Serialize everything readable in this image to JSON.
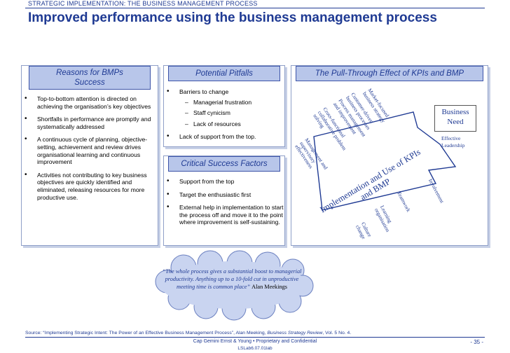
{
  "header": {
    "kicker": "STRATEGIC IMPLEMENTATION: THE BUSINESS MANAGEMENT PROCESS",
    "title": "Improved performance using the business management process"
  },
  "reasons": {
    "heading": "Reasons for BMPs Success",
    "items": [
      "Top-to-bottom attention is directed on achieving the organisation’s key objectives",
      "Shortfalls in performance are promptly and systematically addressed",
      "A continuous cycle of planning, objective-setting, achievement and review drives organisational learning and continuous improvement",
      "Activities not contributing to key business objectives are quickly identified and eliminated, releasing resources for more productive use."
    ]
  },
  "pitfalls": {
    "heading": "Potential Pitfalls",
    "barriers": "Barriers to change",
    "sub": [
      "Managerial frustration",
      "Staff cynicism",
      "Lack of resources"
    ],
    "support": "Lack of support from the top."
  },
  "csf": {
    "heading": "Critical Success Factors",
    "items": [
      "Support from the top",
      "Target the enthusiastic first",
      "External help in implementation to start the process off and move it to the point where improvement is self-sustaining."
    ]
  },
  "kpi": {
    "heading": "The Pull-Through Effect of KPIs and BMP",
    "arrow_text": "Implementation and Use of KPIs and BMP",
    "need": "Business Need",
    "leadership": "Effective Leadership",
    "upper_labels": [
      "Market-focused business strategy",
      "Customer-driven business processes",
      "Process management and improvement",
      "Cross-functional collaborative problem solving",
      "Management and supervisory effectiveness"
    ],
    "lower_labels": [
      "Involvement",
      "Teamwork",
      "Learning organisation",
      "Culture change"
    ]
  },
  "quote": {
    "text": "“The whole process gives a substantial boost to managerial productivity. Anything up to a 10-fold cut in unproductive meeting time is common place”",
    "author": "Alan Meekings"
  },
  "source": {
    "prefix": "Source:  “Implementing Strategic Intent: The Power of an Effective Business Management Process”, Alan Meeking, ",
    "journal": "Business Strategy Review",
    "suffix": ", Vol. 5 No. 4."
  },
  "footer": {
    "company": "Cap Gemini Ernst & Young  •  Proprietary and Confidential",
    "code": "LSLab6.07.01lab",
    "page": "- 35 -"
  },
  "colors": {
    "accent": "#1f3a93",
    "header_fill": "#b8c6ea",
    "cloud_fill": "#c9d4f0"
  }
}
